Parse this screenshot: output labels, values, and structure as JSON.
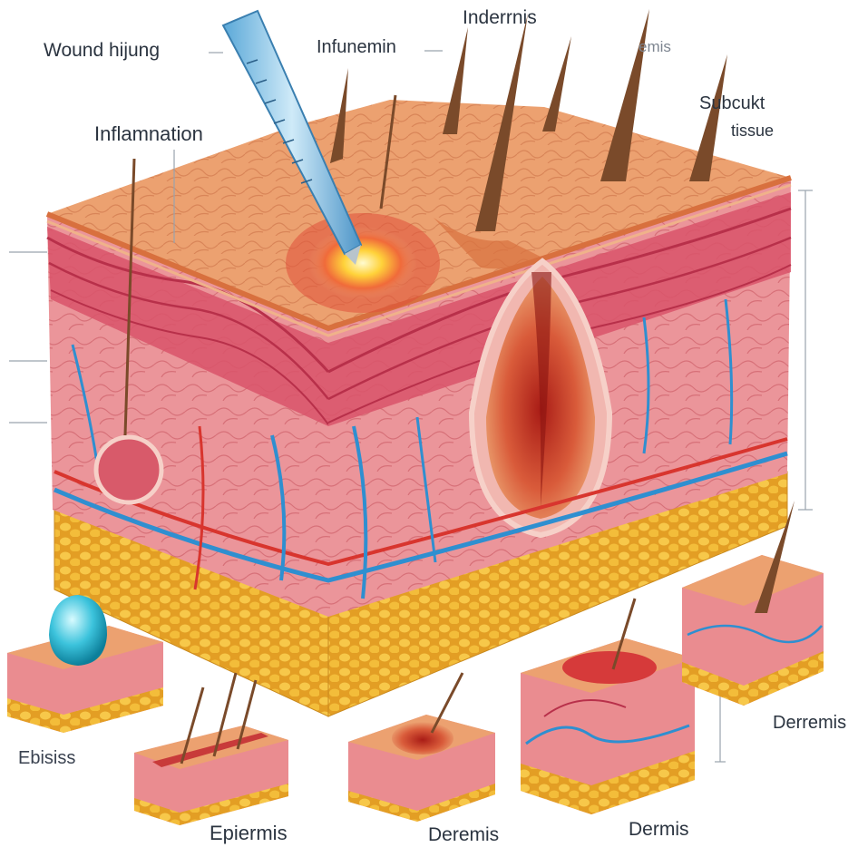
{
  "labels": {
    "wound": "Wound hijung",
    "inflammation": "Inflamnation",
    "infunemin": "Infunemin",
    "inderrnis": "Inderrnis",
    "emis": "emis",
    "subcut_line1": "Subcukt",
    "subcut_line2": "tissue",
    "ebisiss": "Ebisiss",
    "epiermis": "Epiermis",
    "deremis": "Deremis",
    "dermis": "Dermis",
    "derremis": "Derremis"
  },
  "colors": {
    "epidermis": "#e8956a",
    "dermis": "#e9868f",
    "dermis_band": "#c83a56",
    "fat": "#f0b83a",
    "vein": "#2f8fd0",
    "artery": "#d8352e",
    "hair": "#7a4a2a"
  }
}
